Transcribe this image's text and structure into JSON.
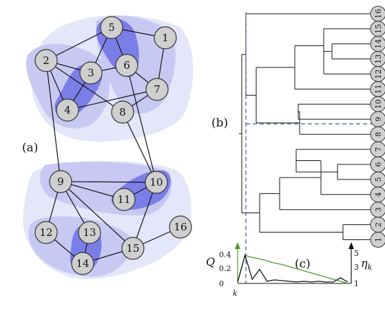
{
  "panels": {
    "a": "(a)",
    "b": "(b)",
    "c": "(c)"
  },
  "nodes": [
    "1",
    "2",
    "3",
    "4",
    "5",
    "6",
    "7",
    "8",
    "9",
    "10",
    "11",
    "12",
    "13",
    "14",
    "15",
    "16"
  ],
  "edges": [
    [
      "5",
      "1"
    ],
    [
      "5",
      "2"
    ],
    [
      "5",
      "3"
    ],
    [
      "5",
      "6"
    ],
    [
      "2",
      "3"
    ],
    [
      "2",
      "4"
    ],
    [
      "2",
      "8"
    ],
    [
      "3",
      "4"
    ],
    [
      "3",
      "6"
    ],
    [
      "6",
      "7"
    ],
    [
      "4",
      "7"
    ],
    [
      "1",
      "7"
    ],
    [
      "8",
      "7"
    ],
    [
      "6",
      "10"
    ],
    [
      "8",
      "10"
    ],
    [
      "2",
      "9"
    ],
    [
      "9",
      "10"
    ],
    [
      "9",
      "11"
    ],
    [
      "11",
      "10"
    ],
    [
      "9",
      "12"
    ],
    [
      "9",
      "13"
    ],
    [
      "9",
      "15"
    ],
    [
      "12",
      "14"
    ],
    [
      "13",
      "14"
    ],
    [
      "14",
      "15"
    ],
    [
      "10",
      "15"
    ],
    [
      "15",
      "16"
    ]
  ],
  "dendrogram_leaves": [
    "16",
    "15",
    "14",
    "13",
    "12",
    "11",
    "10",
    "9",
    "8",
    "7",
    "6",
    "5",
    "4",
    "3",
    "2",
    "1"
  ],
  "chart_data": {
    "type": "line",
    "ylabel_left": "Q",
    "ylabel_right": "η",
    "ylabel_right_sub": "k",
    "xlabel": "k",
    "left_ticks": [
      "0.4",
      "0.2",
      "0"
    ],
    "right_ticks": [
      "5",
      "3",
      "1"
    ],
    "ylim_left": [
      0,
      0.45
    ],
    "series": [
      {
        "values": [
          0.02,
          0.4,
          0.06,
          0.2,
          0.03,
          0.05,
          0.04,
          0.03,
          0.02,
          0.03,
          0.02,
          0.03,
          0.02,
          0.02,
          0.08,
          0.02
        ]
      },
      {
        "values": [
          0.02,
          0.4,
          0.37,
          0.35,
          0.32,
          0.29,
          0.27,
          0.24,
          0.21,
          0.18,
          0.15,
          0.12,
          0.09,
          0.06,
          0.03,
          0.0
        ]
      }
    ],
    "colors": {
      "q": "#111111",
      "eta": "#4c9a2a",
      "axis_arrow": "#4c9a2a"
    }
  },
  "colors": {
    "node_fill": "#cfcfcf",
    "region_light": "#e4e6fa",
    "region_mid": "#c7c9f3",
    "region_dark": "#7c7ee8",
    "cut_line": "#3a5a9a"
  }
}
